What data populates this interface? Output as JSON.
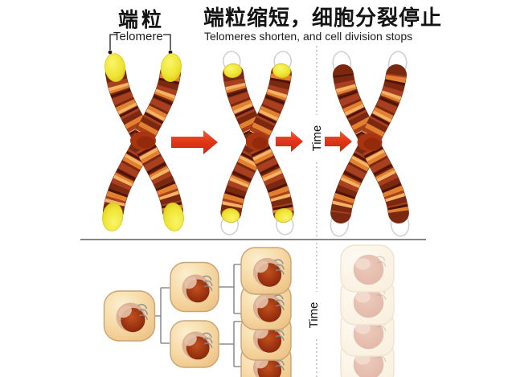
{
  "figure": {
    "stage1_label_zh": "端粒",
    "stage1_label_en": "Telomere",
    "title_zh": "端粒缩短，细胞分裂停止",
    "title_en": "Telomeres shorten, and cell division stops",
    "time_label_top": "Time",
    "time_label_bottom": "Time"
  },
  "colors": {
    "arrow_red_light": "#F55B31",
    "arrow_red": "#E03516",
    "arrow_red_dark": "#C22A0D",
    "telomere_yellow": "#EFE534",
    "telomere_yellow_light": "#FAF56A",
    "telomere_yellow_dark": "#D9C61D",
    "chromosome_base": "#7A2810",
    "chromosome_band_red": "#A84020",
    "chromosome_band_orange": "#E2802F",
    "chromosome_band_light": "#F2B364",
    "chromosome_band_dark": "#4F1407",
    "chromosome_center": "#A83510",
    "chromosome_center_dark": "#7E2008",
    "ghost_outline": "#CFCFCF",
    "cell_body_light": "#FCEFD0",
    "cell_body": "#F6D9A4",
    "cell_body_dark": "#EDC184",
    "cell_border": "#CBA374",
    "nucleus_light": "#C0511F",
    "nucleus_red": "#98300F",
    "nucleus_dark": "#771F05",
    "nucleus_rim": "#DCB295",
    "nucleus_highlight": "#E6C2A8",
    "squiggle_gray": "#838B95",
    "faded_cell_body": "#F9EFDC",
    "faded_cell_border": "#F0E3CF",
    "faded_nucleus": "#D9A294",
    "line_gray": "#777777",
    "divider_gray": "#5F5F5F",
    "dash_gray": "#ADADAD",
    "pointer_black": "#1A1A1A"
  }
}
